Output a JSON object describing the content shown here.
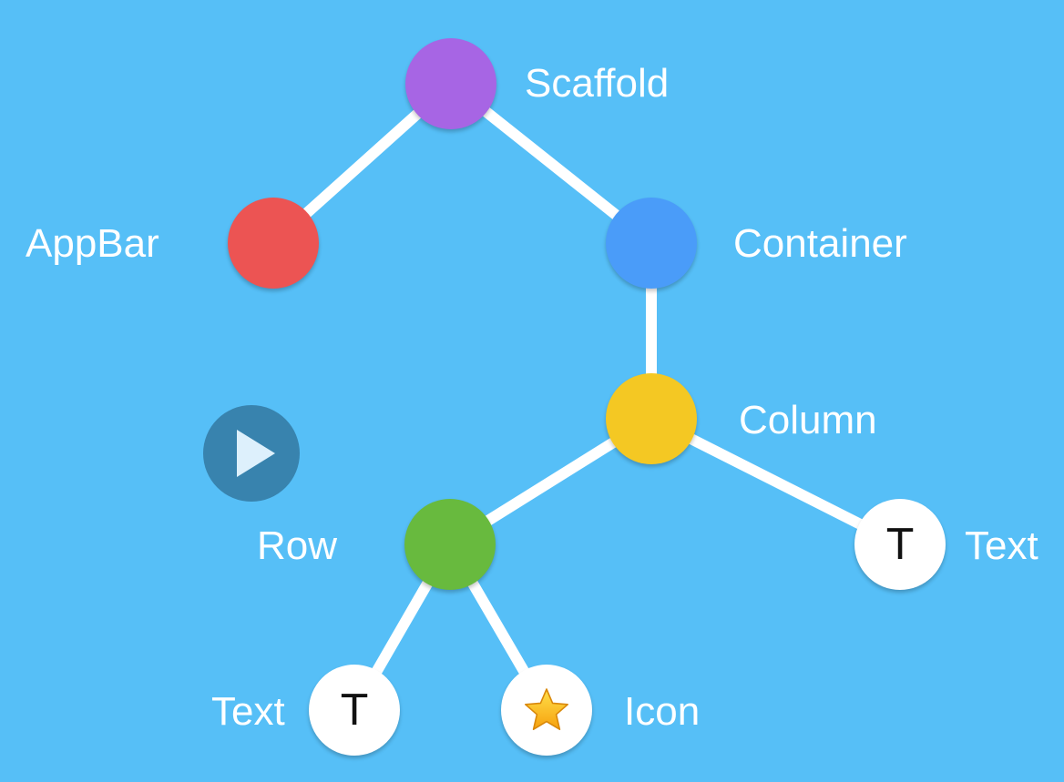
{
  "tree": {
    "nodes": {
      "scaffold": {
        "label": "Scaffold",
        "color": "#A765E4",
        "glyph": ""
      },
      "appbar": {
        "label": "AppBar",
        "color": "#EC5453",
        "glyph": ""
      },
      "container": {
        "label": "Container",
        "color": "#4A9CF9",
        "glyph": ""
      },
      "column": {
        "label": "Column",
        "color": "#F4C823",
        "glyph": ""
      },
      "row": {
        "label": "Row",
        "color": "#68BA3E",
        "glyph": ""
      },
      "text_right": {
        "label": "Text",
        "color": "#FFFFFF",
        "glyph": "T"
      },
      "text_left": {
        "label": "Text",
        "color": "#FFFFFF",
        "glyph": "T"
      },
      "icon": {
        "label": "Icon",
        "color": "#FFFFFF",
        "glyph": "",
        "icon": "star-icon"
      }
    },
    "edges": [
      [
        "scaffold",
        "appbar"
      ],
      [
        "scaffold",
        "container"
      ],
      [
        "container",
        "column"
      ],
      [
        "column",
        "row"
      ],
      [
        "column",
        "text_right"
      ],
      [
        "row",
        "text_left"
      ],
      [
        "row",
        "icon"
      ]
    ]
  },
  "colors": {
    "background": "#56BFF7",
    "edge": "#FFFFFF",
    "play_button": "#3883AE"
  },
  "controls": {
    "play_icon": "play-icon"
  }
}
